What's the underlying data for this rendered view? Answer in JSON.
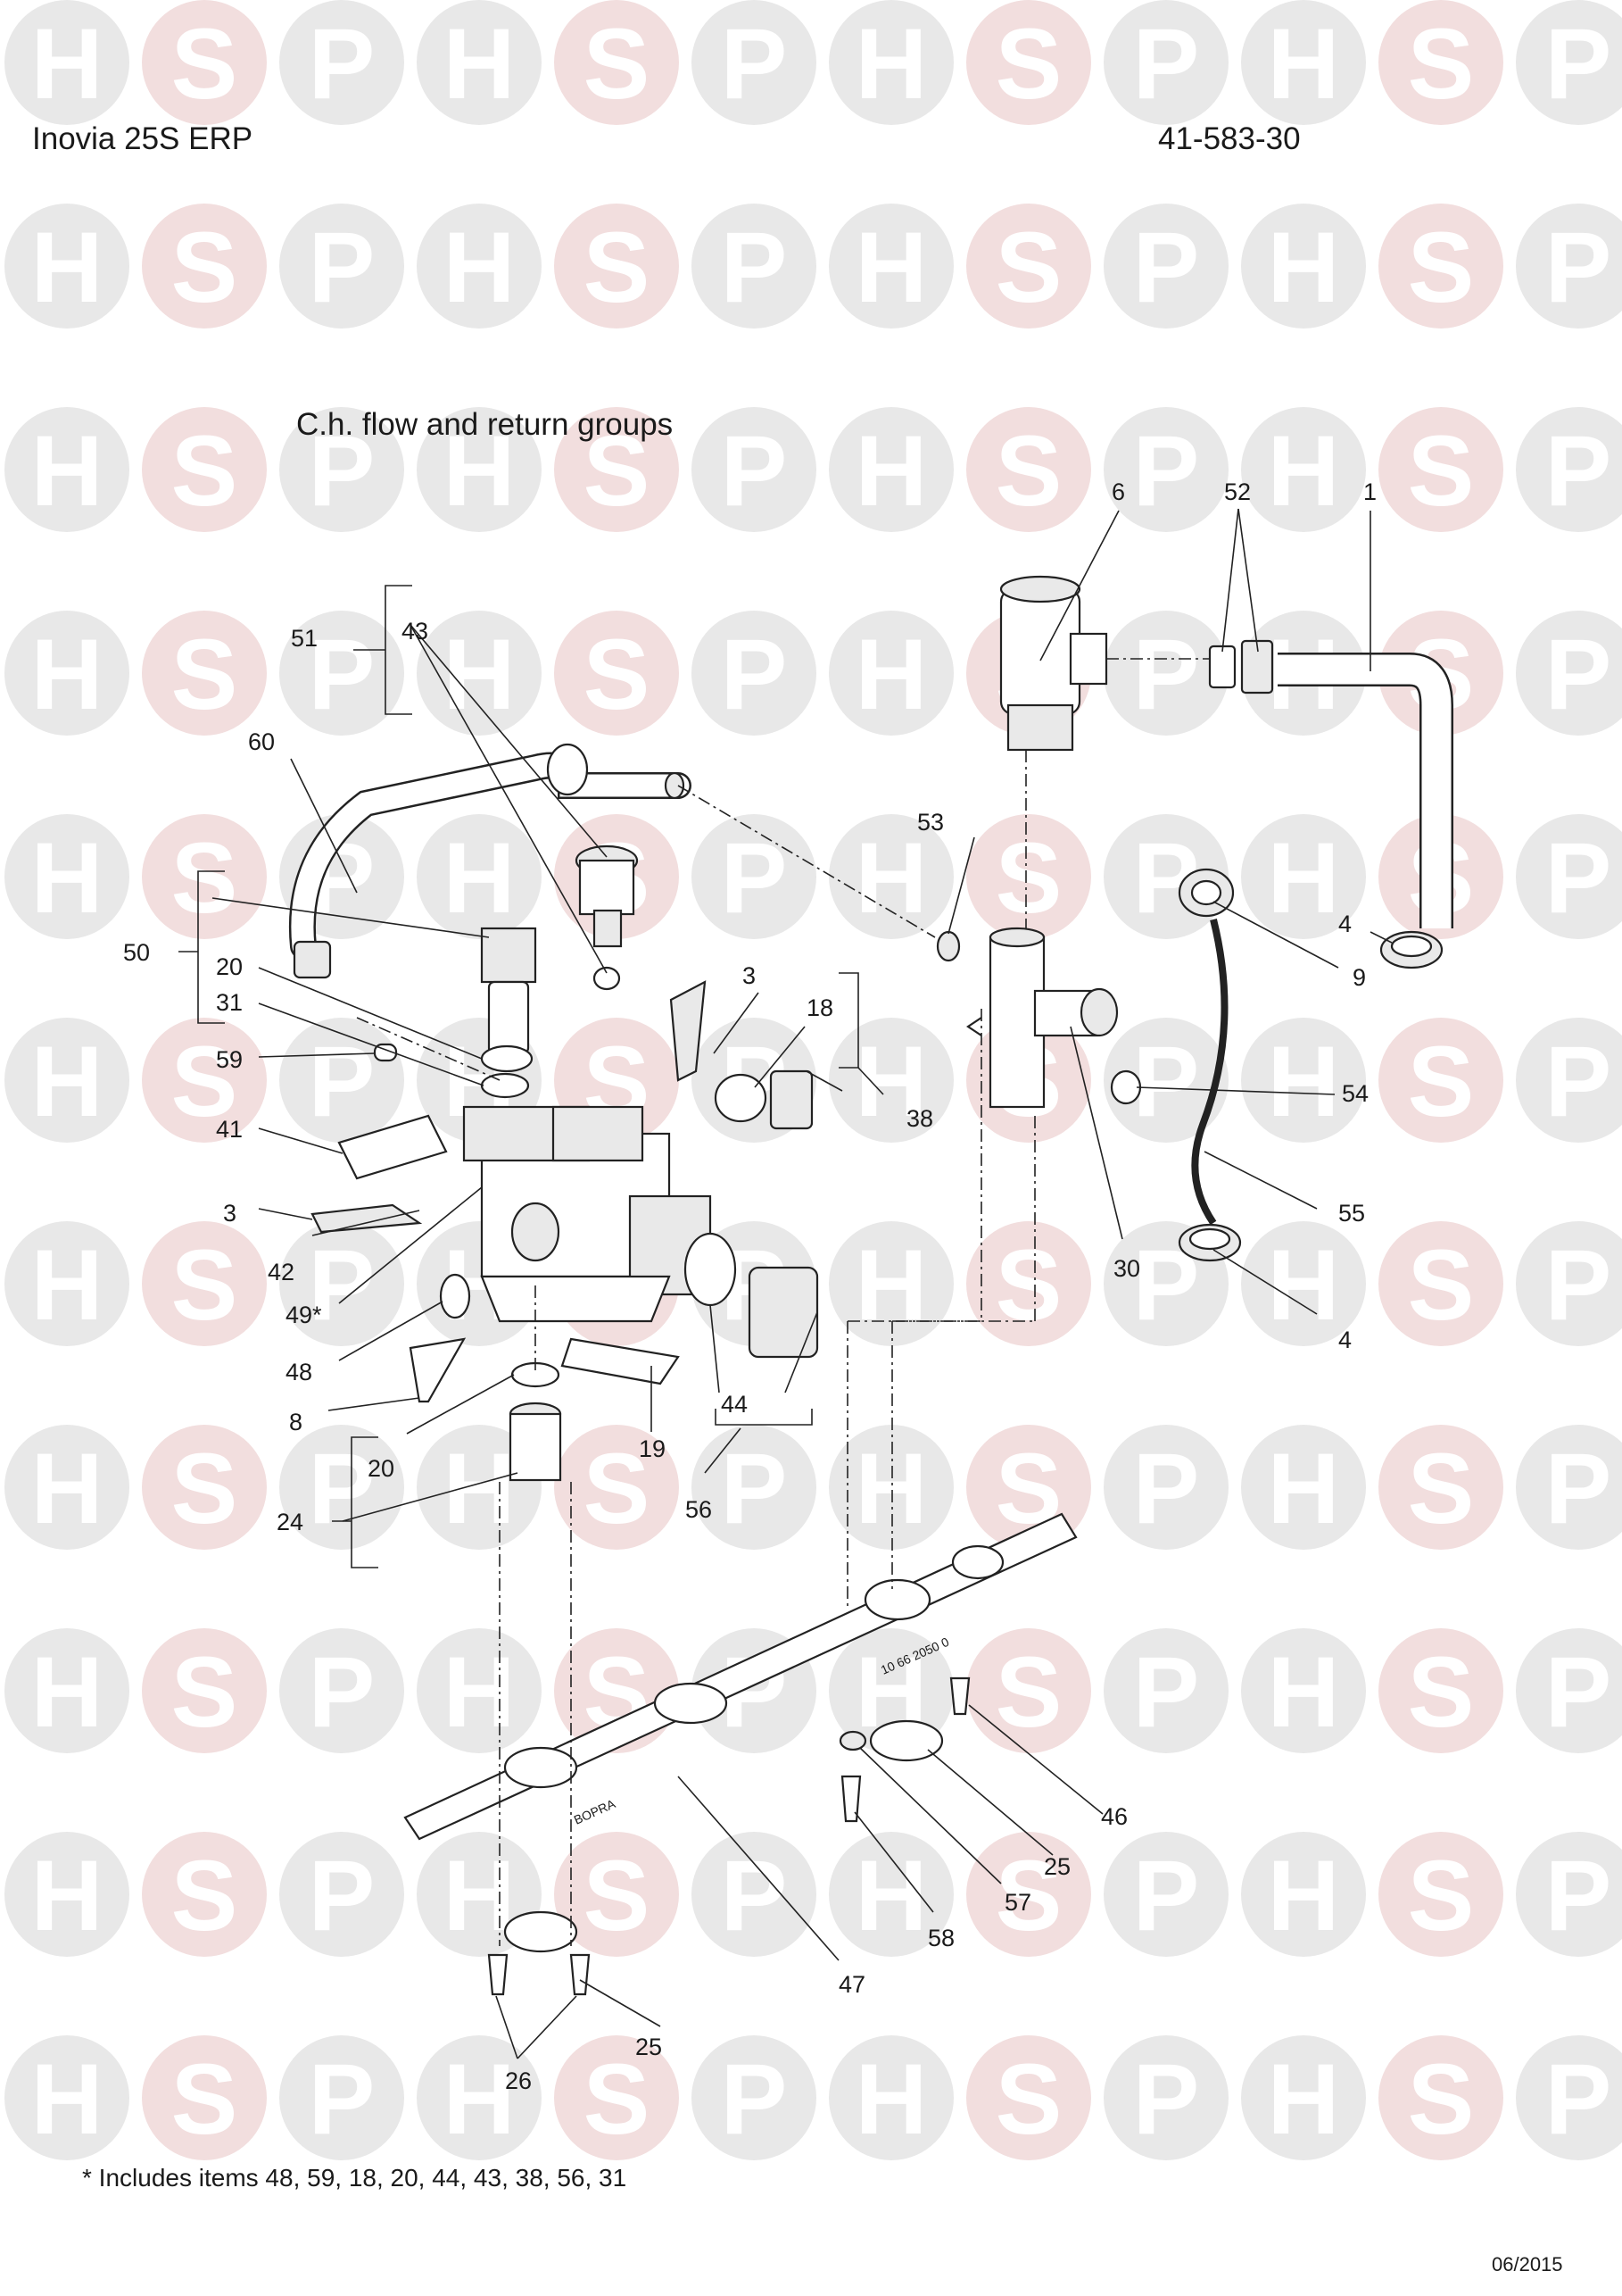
{
  "header": {
    "model": "Inovia 25S ERP",
    "part_code": "41-583-30"
  },
  "section_title": "C.h. flow and return groups",
  "watermark": {
    "letters": [
      "H",
      "S",
      "P"
    ],
    "colors": {
      "H": "#e8e8e8",
      "S": "#f2dede",
      "P": "#e8e8e8"
    }
  },
  "callouts": [
    {
      "id": "c6",
      "label": "6"
    },
    {
      "id": "c52",
      "label": "52"
    },
    {
      "id": "c1",
      "label": "1"
    },
    {
      "id": "c51",
      "label": "51"
    },
    {
      "id": "c43",
      "label": "43"
    },
    {
      "id": "c60",
      "label": "60"
    },
    {
      "id": "c53",
      "label": "53"
    },
    {
      "id": "c4a",
      "label": "4"
    },
    {
      "id": "c9",
      "label": "9"
    },
    {
      "id": "c50",
      "label": "50"
    },
    {
      "id": "c20a",
      "label": "20"
    },
    {
      "id": "c31",
      "label": "31"
    },
    {
      "id": "c3a",
      "label": "3"
    },
    {
      "id": "c18",
      "label": "18"
    },
    {
      "id": "c59",
      "label": "59"
    },
    {
      "id": "c54",
      "label": "54"
    },
    {
      "id": "c38",
      "label": "38"
    },
    {
      "id": "c41",
      "label": "41"
    },
    {
      "id": "c3b",
      "label": "3"
    },
    {
      "id": "c55",
      "label": "55"
    },
    {
      "id": "c42",
      "label": "42"
    },
    {
      "id": "c30",
      "label": "30"
    },
    {
      "id": "c49",
      "label": "49*"
    },
    {
      "id": "c4b",
      "label": "4"
    },
    {
      "id": "c48",
      "label": "48"
    },
    {
      "id": "c44",
      "label": "44"
    },
    {
      "id": "c8",
      "label": "8"
    },
    {
      "id": "c19",
      "label": "19"
    },
    {
      "id": "c20b",
      "label": "20"
    },
    {
      "id": "c56",
      "label": "56"
    },
    {
      "id": "c24",
      "label": "24"
    },
    {
      "id": "c46",
      "label": "46"
    },
    {
      "id": "c25a",
      "label": "25"
    },
    {
      "id": "c57",
      "label": "57"
    },
    {
      "id": "c58",
      "label": "58"
    },
    {
      "id": "c47",
      "label": "47"
    },
    {
      "id": "c25b",
      "label": "25"
    },
    {
      "id": "c26",
      "label": "26"
    }
  ],
  "plate_markings": {
    "left": "BOPRA",
    "right": "10 66 2050 0"
  },
  "footnote": "* Includes items 48, 59, 18, 20, 44, 43, 38, 56, 31",
  "date_code": "06/2015"
}
